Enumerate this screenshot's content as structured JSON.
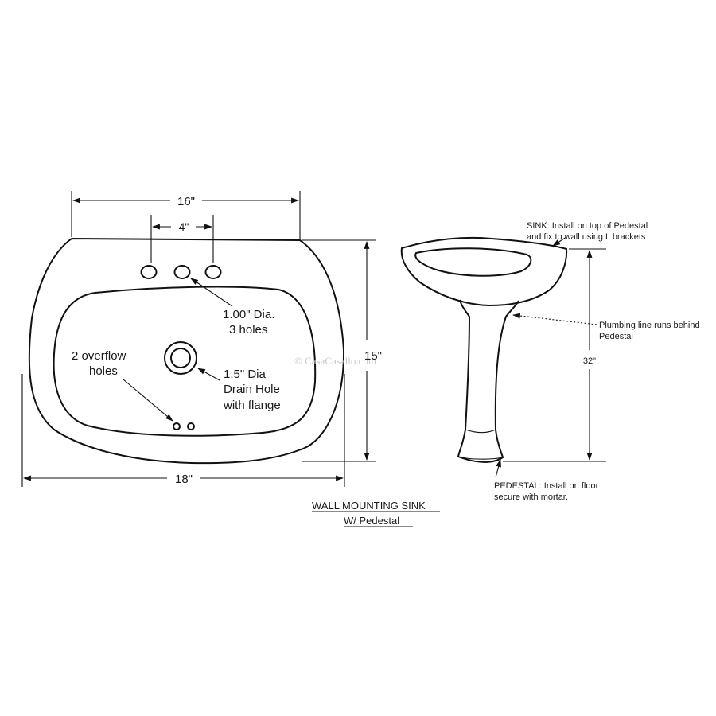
{
  "sink_plan": {
    "dim_top_width": "16\"",
    "dim_faucet_spacing": "4\"",
    "dim_overall_width": "18\"",
    "dim_depth": "15\"",
    "faucet_holes_line1": "1.00\" Dia.",
    "faucet_holes_line2": "3 holes",
    "overflow_line1": "2 overflow",
    "overflow_line2": "holes",
    "drain_line1": "1.5\" Dia",
    "drain_line2": "Drain Hole",
    "drain_line3": "with flange"
  },
  "title": {
    "line1": "WALL MOUNTING SINK",
    "line2": "W/ Pedestal"
  },
  "pedestal_view": {
    "sink_note_line1": "SINK: Install on top of Pedestal",
    "sink_note_line2": "and fix to wall using L brackets",
    "plumbing_note_line1": "Plumbing line runs behind",
    "plumbing_note_line2": "Pedestal",
    "dim_height": "32\"",
    "pedestal_note_line1": "PEDESTAL: Install on floor",
    "pedestal_note_line2": "secure with mortar."
  },
  "watermark": "© CasaCasallo.com"
}
